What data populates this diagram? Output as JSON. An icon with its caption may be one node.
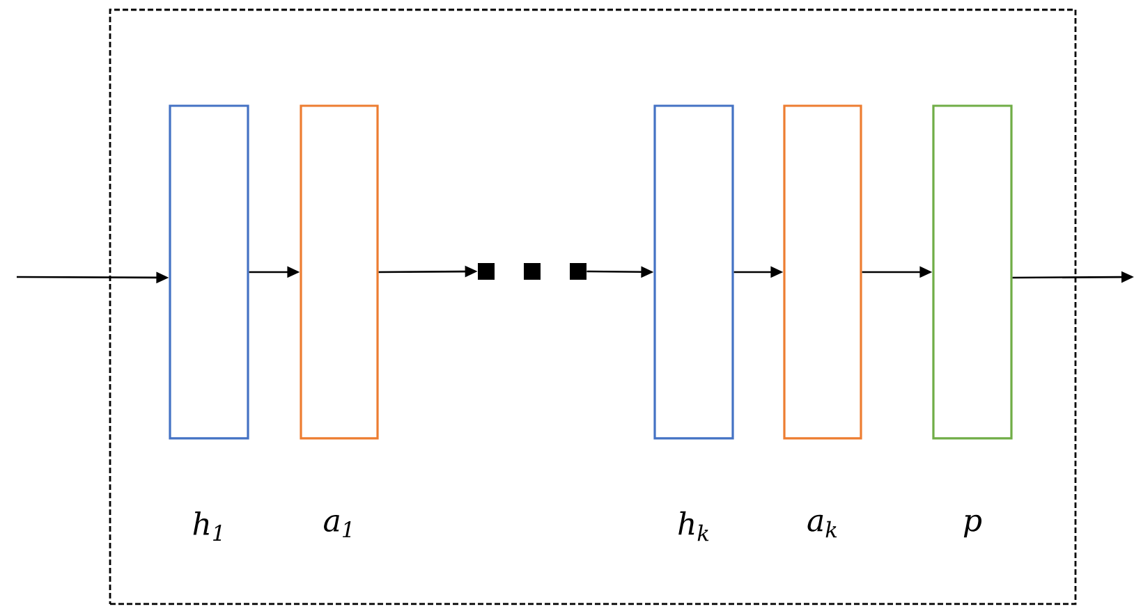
{
  "diagram": {
    "nodes": [
      {
        "text": [],
        "shape": "box"
      },
      {
        "text": [],
        "shape": "box",
        "in": 0,
        "beside": [
          "h$_{1}$"
        ]
      },
      {
        "text": [],
        "shape": "box",
        "in": 0,
        "beside": [
          "a$_{1}$"
        ]
      },
      {
        "text": [],
        "shape": "dots",
        "in": 0
      },
      {
        "text": [],
        "shape": "box",
        "in": 0,
        "beside": [
          "h$_{k}$"
        ]
      },
      {
        "text": [],
        "shape": "box",
        "in": 0,
        "beside": [
          "a$_{k}$"
        ]
      },
      {
        "text": [],
        "shape": "box",
        "in": 0,
        "beside": [
          "p"
        ]
      }
    ],
    "edges": [
      {
        "from": null,
        "to": 1,
        "arrow": "to"
      },
      {
        "from": 1,
        "to": 2,
        "arrow": "to"
      },
      {
        "from": 2,
        "to": 3,
        "arrow": "to"
      },
      {
        "from": 3,
        "to": 4,
        "arrow": "to"
      },
      {
        "from": 4,
        "to": 5,
        "arrow": "to"
      },
      {
        "from": 5,
        "to": 6,
        "arrow": "to"
      },
      {
        "from": 6,
        "to": null,
        "arrow": "to"
      }
    ]
  }
}
